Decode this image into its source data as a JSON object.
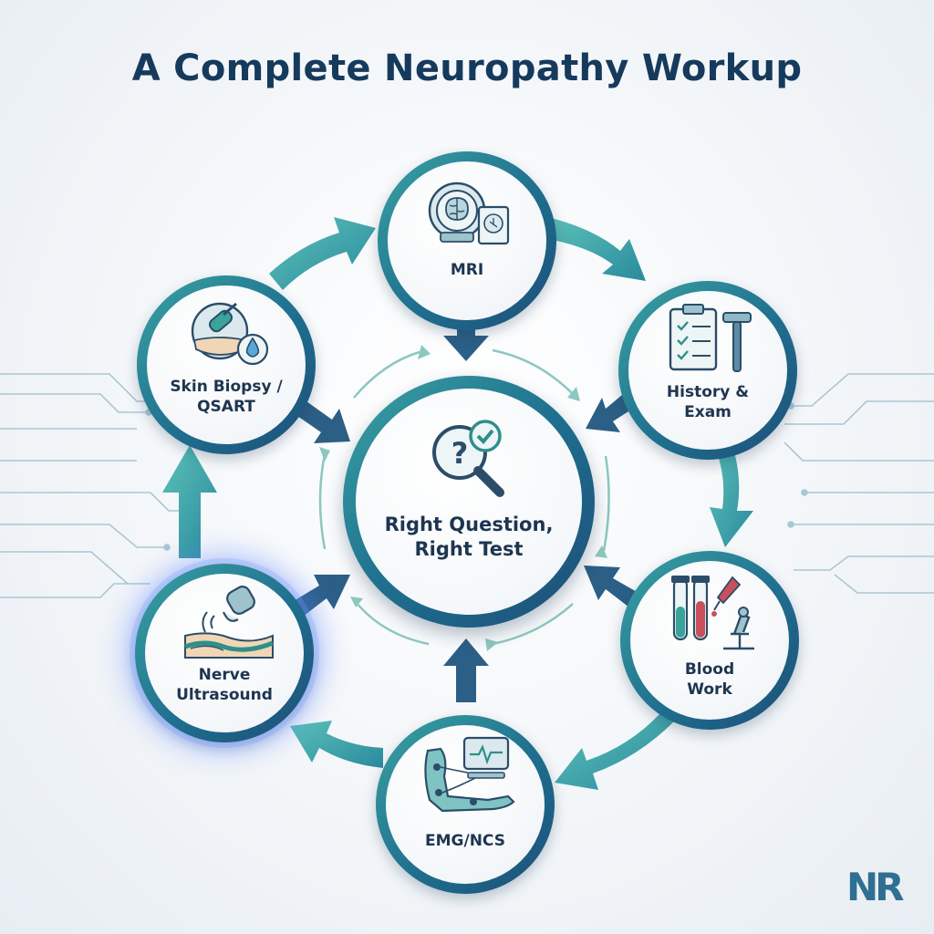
{
  "title": "A Complete Neuropathy Workup",
  "center": {
    "label": "Right Question,\nRight Test",
    "icon": "question-magnifier-check-icon"
  },
  "nodes": [
    {
      "id": "mri",
      "label": "MRI",
      "icon": "brain-mri-scanner-icon"
    },
    {
      "id": "history",
      "label": "History &\nExam",
      "icon": "clipboard-reflex-hammer-icon"
    },
    {
      "id": "blood",
      "label": "Blood\nWork",
      "icon": "test-tubes-microscope-icon"
    },
    {
      "id": "emg",
      "label": "EMG/NCS",
      "icon": "arm-electrodes-monitor-icon"
    },
    {
      "id": "ultrasound",
      "label": "Nerve\nUltrasound",
      "icon": "ultrasound-probe-nerve-icon",
      "highlighted": true
    },
    {
      "id": "skin",
      "label": "Skin Biopsy /\nQSART",
      "icon": "skin-biopsy-sweat-drop-icon"
    }
  ],
  "logo": "NR",
  "colors": {
    "title": "#163a5c",
    "teal": "#3aa3a3",
    "navy": "#1d4d78",
    "highlight": "#5a82ff"
  }
}
